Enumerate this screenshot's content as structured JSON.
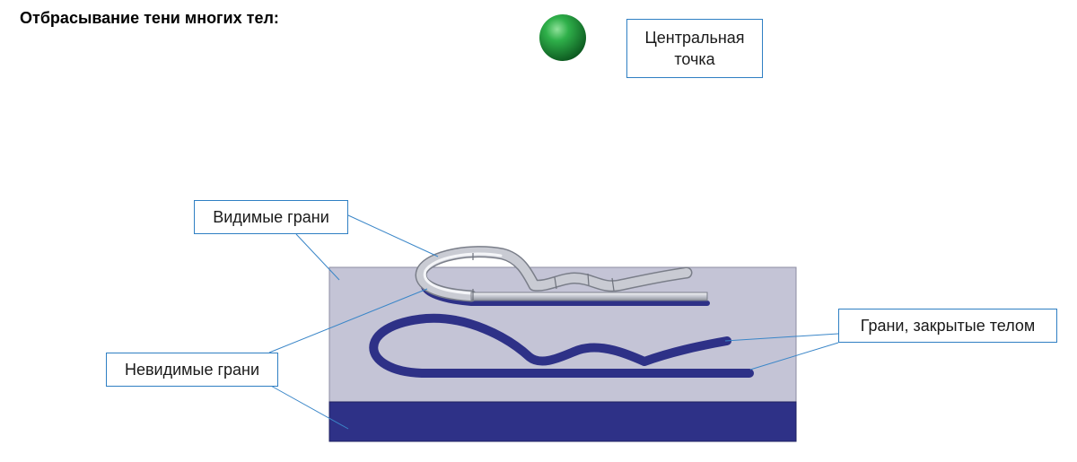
{
  "title": "Отбрасывание тени многих тел:",
  "labels": {
    "central_point": "Центральная\nточка",
    "visible_faces": "Видимые грани",
    "invisible_faces": "Невидимые грани",
    "covered_faces": "Грани, закрытые телом"
  },
  "colors": {
    "plate_top": "#c4c4d6",
    "plate_front": "#2e3187",
    "shadow": "#2e3187",
    "pin_metal": "#c9cbd3",
    "sphere": "#1f9a3a",
    "callout_border": "#2f7fc3",
    "leader_line": "#3a86c8"
  }
}
